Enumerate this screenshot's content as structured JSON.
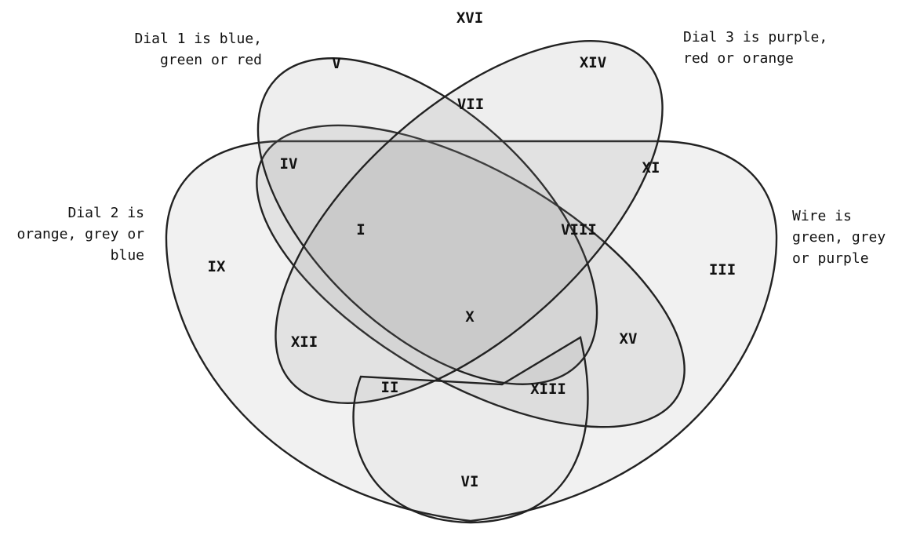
{
  "diagram": {
    "sets": [
      {
        "id": "wire",
        "label": "Wire is\ngreen, grey\nor purple",
        "fill": "#a0a0a0"
      },
      {
        "id": "dial2",
        "label": "Dial 2 is\norange, grey or\nblue",
        "fill": "#8c8c8c"
      },
      {
        "id": "dial1",
        "label": "Dial 1 is blue,\ngreen or red",
        "fill": "#8c8c8c"
      },
      {
        "id": "dial3",
        "label": "Dial 3 is purple,\nred or orange",
        "fill": "#8c8c8c"
      }
    ],
    "regions": [
      "XVI",
      "V",
      "XIV",
      "VII",
      "IV",
      "XI",
      "I",
      "VIII",
      "IX",
      "III",
      "X",
      "XII",
      "XV",
      "II",
      "XIII",
      "VI"
    ],
    "outline_color": "#222222"
  }
}
